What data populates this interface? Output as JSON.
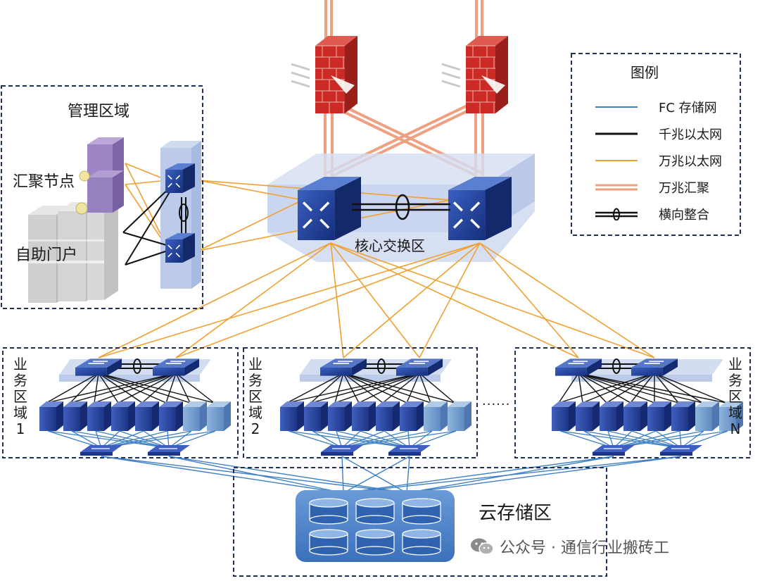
{
  "regions": {
    "management": "管理区域",
    "core": "核心交换区",
    "storage": "云存储区",
    "business_left": [
      "业",
      "务",
      "区",
      "域",
      "1"
    ],
    "business_mid": [
      "业",
      "务",
      "区",
      "域",
      "2"
    ],
    "business_right": [
      "业",
      "务",
      "区",
      "域",
      "N"
    ],
    "ellipsis": "......"
  },
  "nodes": {
    "aggregation": "汇聚节点",
    "portal": "自助门户"
  },
  "legend": {
    "title": "图例",
    "items": [
      {
        "label": "FC 存储网",
        "color": "#3d7fc6",
        "style": "thin"
      },
      {
        "label": "千兆以太网",
        "color": "#111111",
        "style": "thin"
      },
      {
        "label": "万兆以太网",
        "color": "#f0a030",
        "style": "thin"
      },
      {
        "label": "万兆汇聚",
        "color": "#f0a080",
        "style": "double"
      },
      {
        "label": "横向整合",
        "color": "#111111",
        "style": "bundle"
      }
    ]
  },
  "watermark": {
    "text": "公众号 · 通信行业搬砖工",
    "icon": "wechat-icon"
  },
  "colors": {
    "fc": "#3d7fc6",
    "gbe": "#111111",
    "tengbe": "#f0a030",
    "uplink": "#f0a080",
    "switch": "#1f3f95",
    "firewall": "#cc2a24",
    "frame": "#1f2f55"
  }
}
